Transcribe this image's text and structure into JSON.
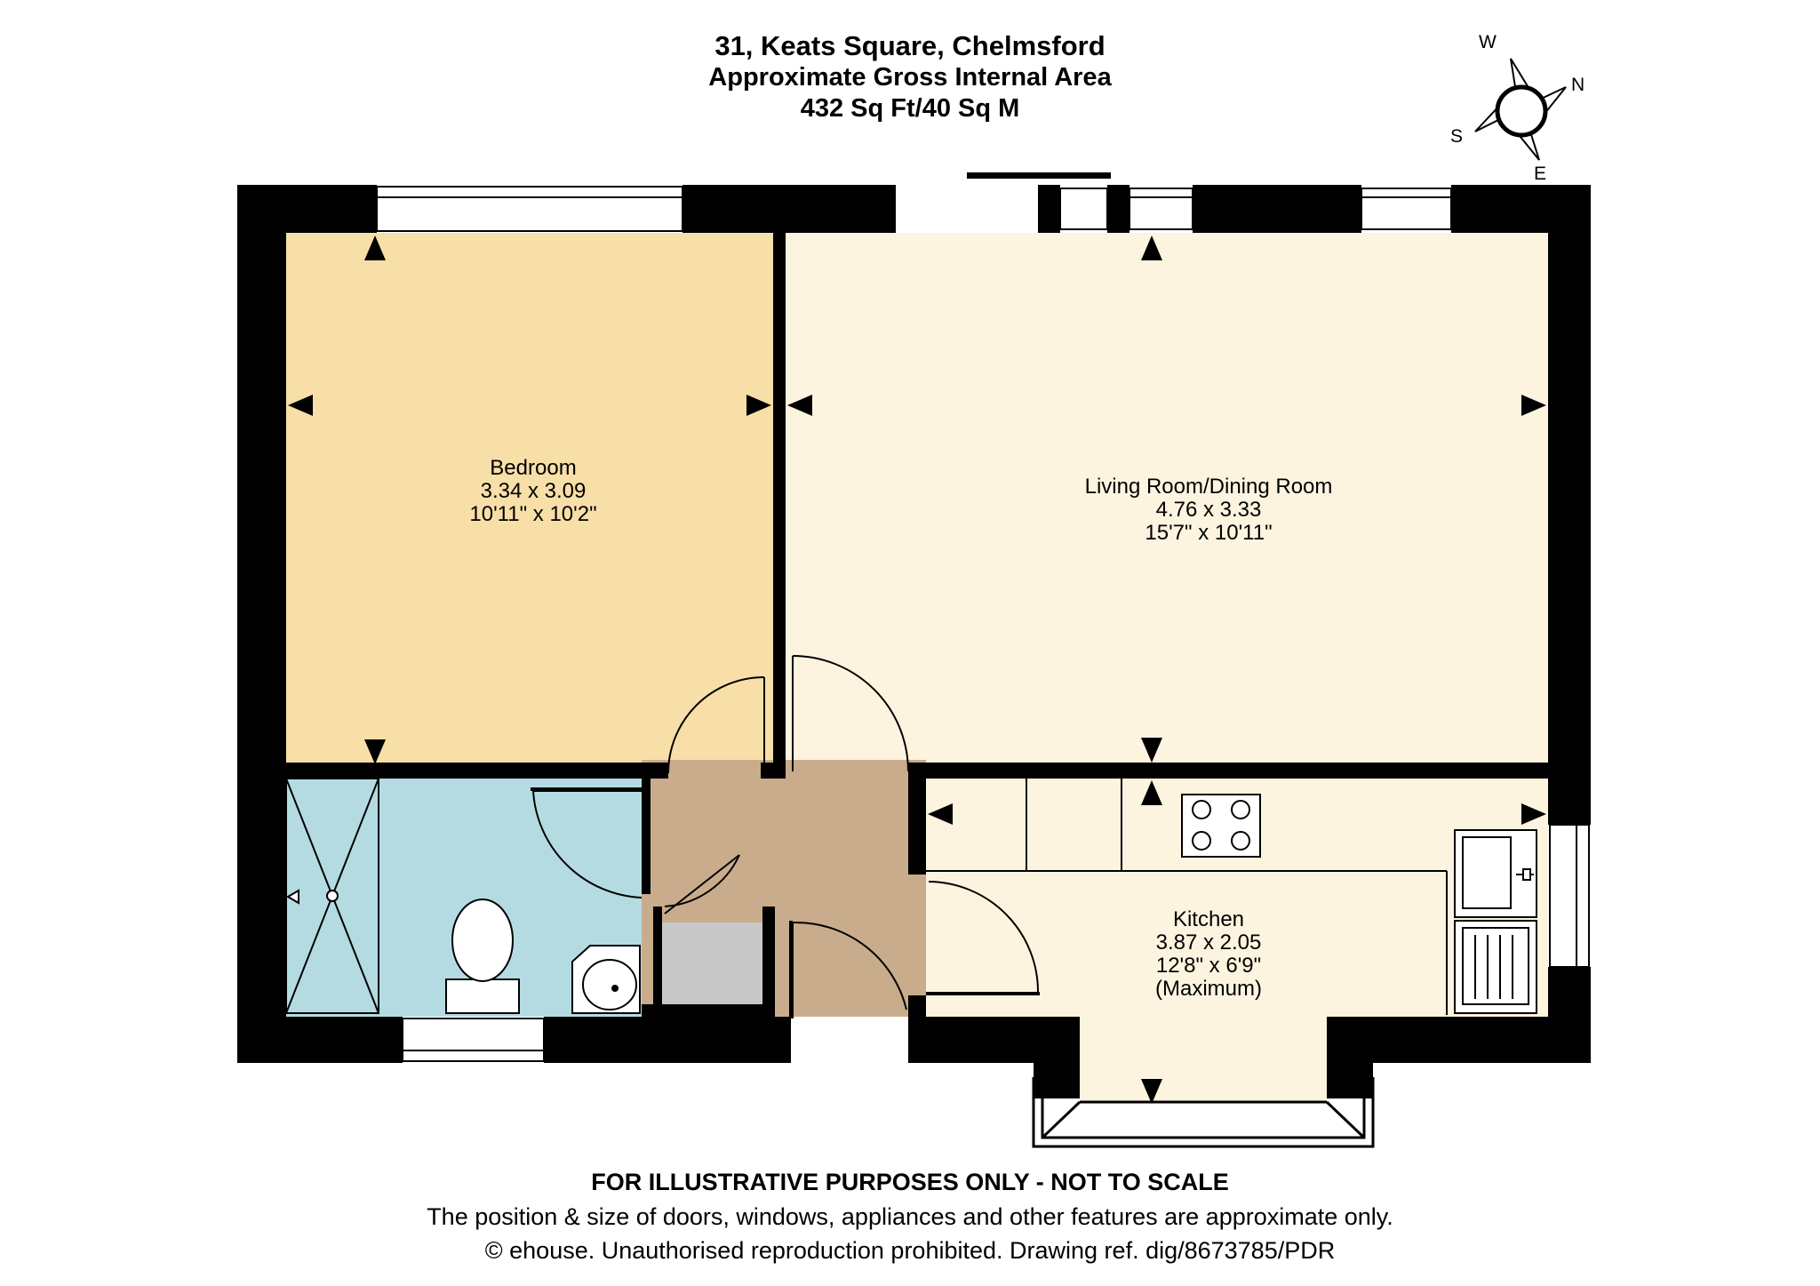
{
  "header": {
    "address": "31, Keats Square, Chelmsford",
    "area_caption": "Approximate Gross Internal Area",
    "area_value": "432 Sq Ft/40 Sq M"
  },
  "compass": {
    "w": "W",
    "n": "N",
    "s": "S",
    "e": "E"
  },
  "rooms": {
    "bedroom": {
      "name": "Bedroom",
      "metric": "3.34 x 3.09",
      "imperial": "10'11\" x 10'2\""
    },
    "living": {
      "name": "Living Room/Dining Room",
      "metric": "4.76 x 3.33",
      "imperial": "15'7\" x 10'11\""
    },
    "kitchen": {
      "name": "Kitchen",
      "metric": "3.87 x 2.05",
      "imperial": "12'8\" x 6'9\"",
      "note": "(Maximum)"
    }
  },
  "colors": {
    "wall": "#000000",
    "bedroom_fill": "#f8dfa8",
    "living_fill": "#fdf4df",
    "kitchen_fill": "#fdf4df",
    "bathroom_fill": "#b4dbe2",
    "hallway_fill": "#c8ac8c",
    "cupboard_fill": "#c8c8c8"
  },
  "footer": {
    "disclaimer_title": "FOR ILLUSTRATIVE PURPOSES ONLY - NOT TO SCALE",
    "disclaimer_body": "The position & size of doors, windows, appliances and other features are approximate only.",
    "copyright": "© ehouse. Unauthorised reproduction prohibited. Drawing ref. dig/8673785/PDR"
  }
}
